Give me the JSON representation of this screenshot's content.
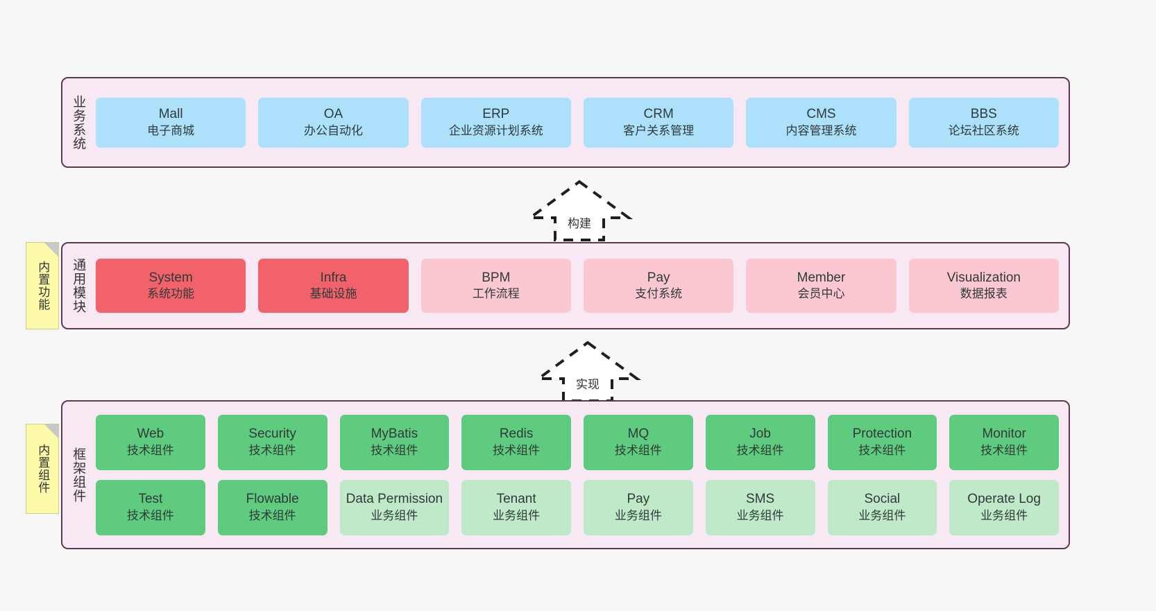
{
  "canvas": {
    "background": "#f7f7f7",
    "layer_fill": "#f7e8f3",
    "layer_border": "#5c3a4e",
    "note_fill": "#fcfaa8"
  },
  "notes": [
    {
      "name": "builtin-function",
      "text": "内置功能"
    },
    {
      "name": "builtin-component",
      "text": "内置组件"
    }
  ],
  "arrows": [
    {
      "name": "build",
      "label": "构建",
      "style": "dashed-hollow-arrow-up"
    },
    {
      "name": "implement",
      "label": "实现",
      "style": "dashed-hollow-arrow-up"
    }
  ],
  "layers": [
    {
      "name": "business-systems",
      "label": "业务系统",
      "color": "#ace0fb",
      "rows": [
        [
          {
            "en": "Mall",
            "cn": "电子商城",
            "color": "#ace0fb"
          },
          {
            "en": "OA",
            "cn": "办公自动化",
            "color": "#ace0fb"
          },
          {
            "en": "ERP",
            "cn": "企业资源计划系统",
            "color": "#ace0fb"
          },
          {
            "en": "CRM",
            "cn": "客户关系管理",
            "color": "#ace0fb"
          },
          {
            "en": "CMS",
            "cn": "内容管理系统",
            "color": "#ace0fb"
          },
          {
            "en": "BBS",
            "cn": "论坛社区系统",
            "color": "#ace0fb"
          }
        ]
      ]
    },
    {
      "name": "common-modules",
      "label": "通用模块",
      "color": "#fbc7d0",
      "rows": [
        [
          {
            "en": "System",
            "cn": "系统功能",
            "color": "#f1626a"
          },
          {
            "en": "Infra",
            "cn": "基础设施",
            "color": "#f1626a"
          },
          {
            "en": "BPM",
            "cn": "工作流程",
            "color": "#fbc7d0"
          },
          {
            "en": "Pay",
            "cn": "支付系统",
            "color": "#fbc7d0"
          },
          {
            "en": "Member",
            "cn": "会员中心",
            "color": "#fbc7d0"
          },
          {
            "en": "Visualization",
            "cn": "数据报表",
            "color": "#fbc7d0"
          }
        ]
      ]
    },
    {
      "name": "framework-components",
      "label": "框架组件",
      "color": "#5fcb7e",
      "rows": [
        [
          {
            "en": "Web",
            "cn": "技术组件",
            "color": "#5fcb7e"
          },
          {
            "en": "Security",
            "cn": "技术组件",
            "color": "#5fcb7e"
          },
          {
            "en": "MyBatis",
            "cn": "技术组件",
            "color": "#5fcb7e"
          },
          {
            "en": "Redis",
            "cn": "技术组件",
            "color": "#5fcb7e"
          },
          {
            "en": "MQ",
            "cn": "技术组件",
            "color": "#5fcb7e"
          },
          {
            "en": "Job",
            "cn": "技术组件",
            "color": "#5fcb7e"
          },
          {
            "en": "Protection",
            "cn": "技术组件",
            "color": "#5fcb7e"
          },
          {
            "en": "Monitor",
            "cn": "技术组件",
            "color": "#5fcb7e"
          }
        ],
        [
          {
            "en": "Test",
            "cn": "技术组件",
            "color": "#5fcb7e"
          },
          {
            "en": "Flowable",
            "cn": "技术组件",
            "color": "#5fcb7e"
          },
          {
            "en": "Data Permission",
            "cn": "业务组件",
            "color": "#bfe9c8"
          },
          {
            "en": "Tenant",
            "cn": "业务组件",
            "color": "#bfe9c8"
          },
          {
            "en": "Pay",
            "cn": "业务组件",
            "color": "#bfe9c8"
          },
          {
            "en": "SMS",
            "cn": "业务组件",
            "color": "#bfe9c8"
          },
          {
            "en": "Social",
            "cn": "业务组件",
            "color": "#bfe9c8"
          },
          {
            "en": "Operate Log",
            "cn": "业务组件",
            "color": "#bfe9c8"
          }
        ]
      ]
    }
  ]
}
